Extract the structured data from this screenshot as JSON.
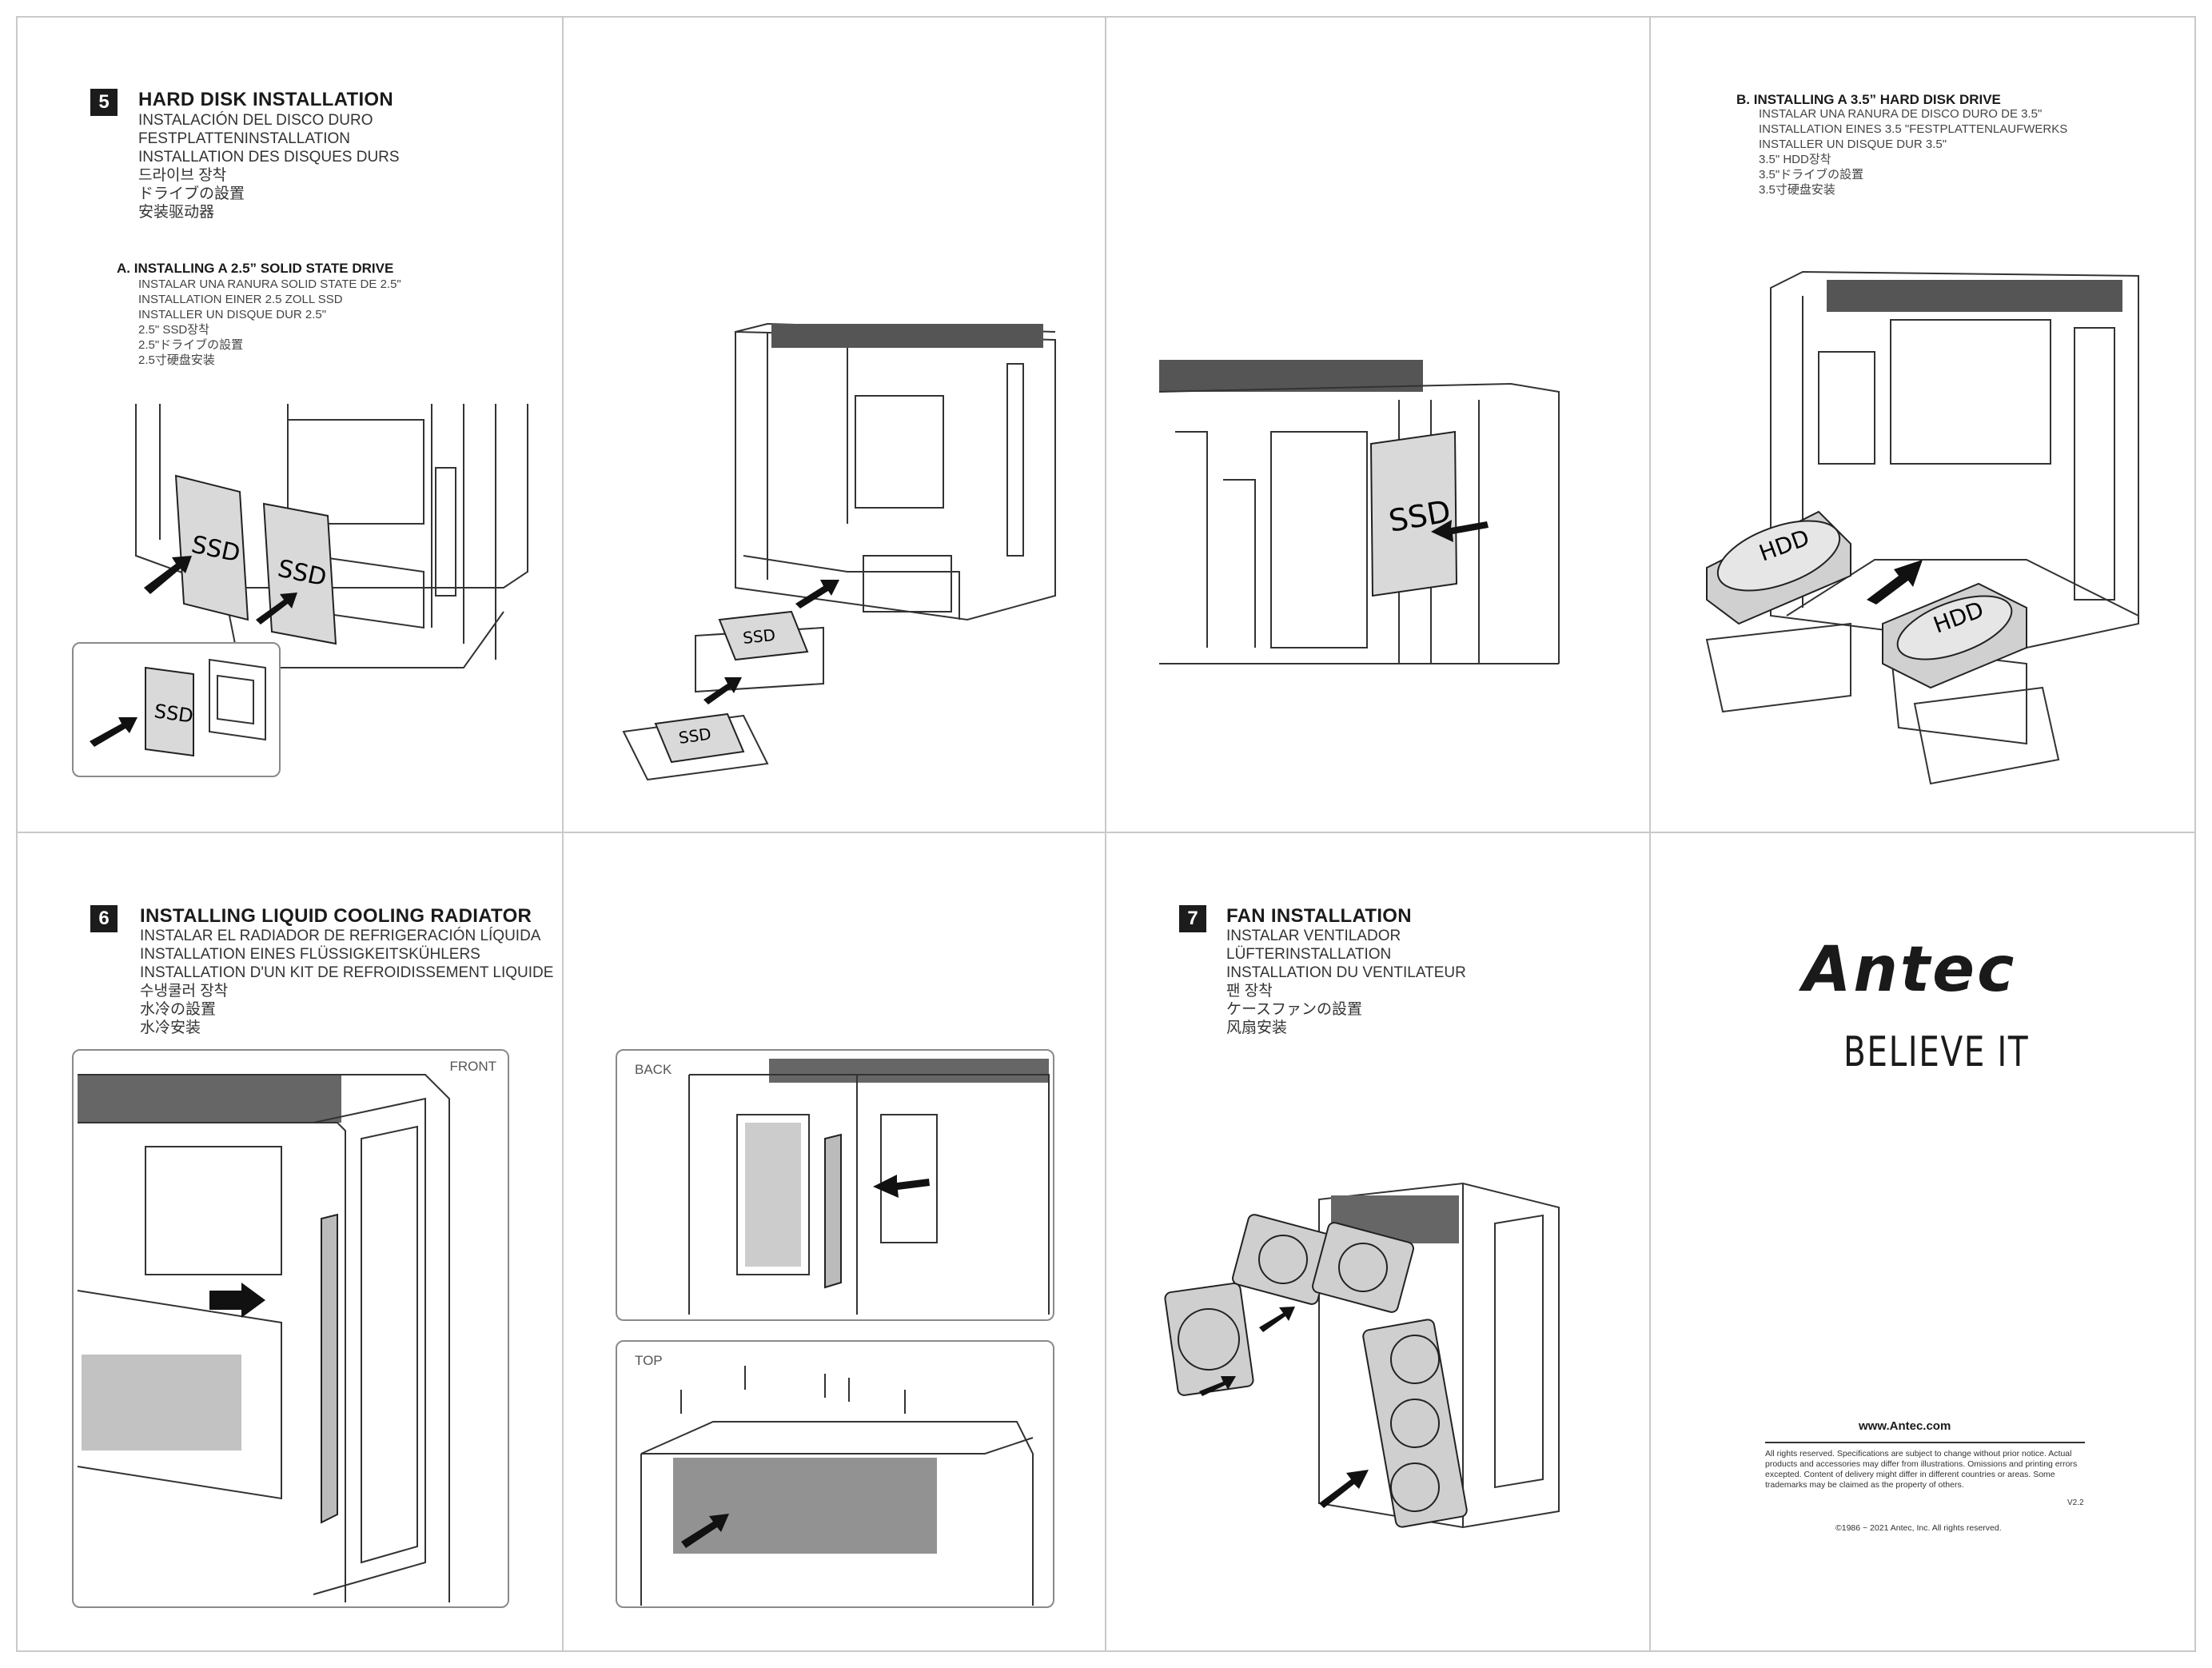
{
  "sections": {
    "hdd": {
      "number": "5",
      "title": "HARD DISK INSTALLATION",
      "translations": [
        "INSTALACIÓN DEL DISCO DURO",
        "FESTPLATTENINSTALLATION",
        "INSTALLATION DES DISQUES DURS",
        "드라이브 장착",
        "ドライブの設置",
        "安装驱动器"
      ]
    },
    "ssd": {
      "title": "A.  INSTALLING A 2.5”  SOLID STATE DRIVE",
      "translations": [
        "INSTALAR UNA RANURA SOLID STATE DE 2.5\"",
        "INSTALLATION EINER 2.5 ZOLL SSD",
        "INSTALLER UN DISQUE DUR 2.5\"",
        "2.5\" SSD장착",
        "2.5\"ドライブの設置",
        "2.5寸硬盘安装"
      ]
    },
    "hdd35": {
      "title": "B.  INSTALLING A 3.5”  HARD DISK DRIVE",
      "translations": [
        "INSTALAR UNA RANURA DE DISCO DURO DE 3.5\"",
        "INSTALLATION EINES 3.5 \"FESTPLATTENLAUFWERKS",
        "INSTALLER UN DISQUE DUR 3.5\"",
        "3.5\" HDD장착",
        "3.5\"ドライブの設置",
        "3.5寸硬盘安装"
      ]
    },
    "radiator": {
      "number": "6",
      "title": "INSTALLING LIQUID COOLING RADIATOR",
      "translations": [
        "INSTALAR EL RADIADOR DE REFRIGERACIÓN LÍQUIDA",
        "INSTALLATION EINES FLÜSSIGKEITSKÜHLERS",
        "INSTALLATION D'UN KIT DE REFROIDISSEMENT LIQUIDE",
        "수냉쿨러 장착",
        "水冷の設置",
        "水冷安装"
      ],
      "views": {
        "front": "FRONT",
        "back": "BACK",
        "top": "TOP"
      }
    },
    "fan": {
      "number": "7",
      "title": "FAN INSTALLATION",
      "translations": [
        "INSTALAR VENTILADOR",
        "LÜFTERINSTALLATION",
        "INSTALLATION DU VENTILATEUR",
        "팬 장착",
        "ケースファンの設置",
        "风扇安装"
      ]
    }
  },
  "labels": {
    "ssd": "SSD",
    "hdd": "HDD"
  },
  "brand": {
    "logo": "Antec",
    "tagline": "BELIEVE IT",
    "website": "www.Antec.com",
    "legal": "All rights reserved. Specifications are subject to change without prior notice. Actual products and accessories may differ from illustrations. Omissions and printing errors excepted. Content of delivery might differ in different countries or areas. Some trademarks may be claimed as the property of others.",
    "version": "V2.2",
    "copyright": "©1986 ~ 2021 Antec, Inc. All rights reserved."
  }
}
